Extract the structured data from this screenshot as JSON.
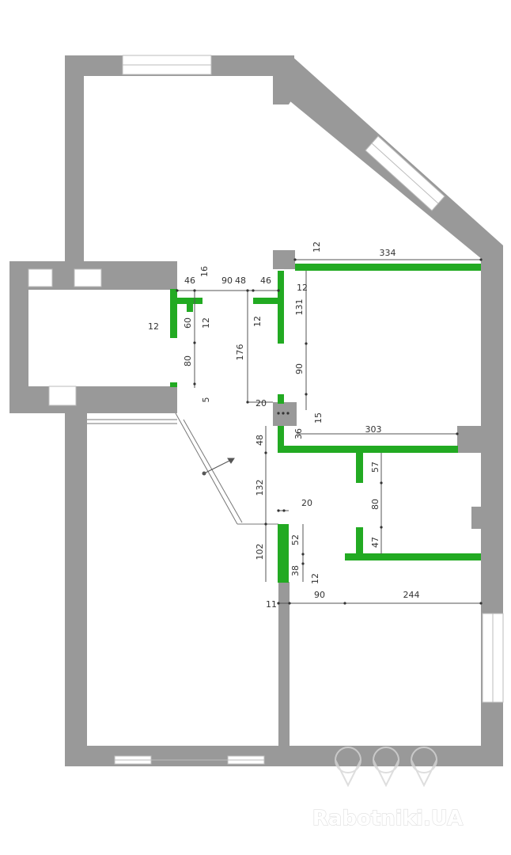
{
  "colors": {
    "wall": "#999999",
    "new_wall": "#22aa22",
    "dimension_line": "#555555",
    "window_frame": "#bbbbbb",
    "watermark": "#dddddd"
  },
  "dimensions": {
    "d334": "334",
    "d12_top_right": "12",
    "d12_right_partition": "12",
    "d46_left": "46",
    "d16": "16",
    "d90_top": "90",
    "d48_top": "48",
    "d46_right": "46",
    "d12_left_wall": "12",
    "d60": "60",
    "d12_t_stub": "12",
    "d12_mid_t": "12",
    "d131": "131",
    "d176": "176",
    "d80_left": "80",
    "d90_right": "90",
    "d5": "5",
    "d20_top": "20",
    "d15": "15",
    "d36": "36",
    "d303": "303",
    "d48_mid": "48",
    "d57": "57",
    "d132": "132",
    "d20_mid": "20",
    "d80_right": "80",
    "d52": "52",
    "d47": "47",
    "d102": "102",
    "d38": "38",
    "d12_bottom": "12",
    "d11": "11",
    "d90_bottom": "90",
    "d244": "244"
  },
  "watermark": {
    "text": "Rabotniki.UA"
  }
}
